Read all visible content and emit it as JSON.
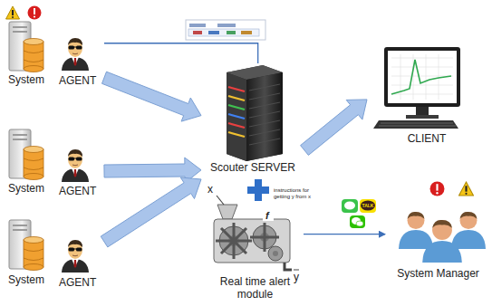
{
  "diagram": {
    "nodes": [
      {
        "text": [
          "System",
          "AGENT"
        ]
      },
      {
        "text": [
          "System",
          "AGENT"
        ]
      },
      {
        "text": [
          "System",
          "AGENT"
        ]
      },
      {
        "text": [
          "Scouter SERVER"
        ]
      },
      {
        "text": [
          "CLIENT"
        ]
      },
      {
        "text": [
          "Real time alert module"
        ]
      },
      {
        "text": [
          "System Manager"
        ]
      }
    ],
    "edges": [
      {
        "from": 0,
        "to": 3,
        "arrow": "to"
      },
      {
        "from": 1,
        "to": 3,
        "arrow": "to"
      },
      {
        "from": 2,
        "to": 3,
        "arrow": "to"
      },
      {
        "from": 0,
        "to": 3,
        "arrow": "none"
      },
      {
        "from": 3,
        "to": 4,
        "arrow": "to"
      },
      {
        "from": 5,
        "to": 6,
        "arrow": "to"
      }
    ],
    "labels": [
      "x",
      "f",
      "y",
      "instructions for getting y from x",
      "TALK"
    ]
  }
}
